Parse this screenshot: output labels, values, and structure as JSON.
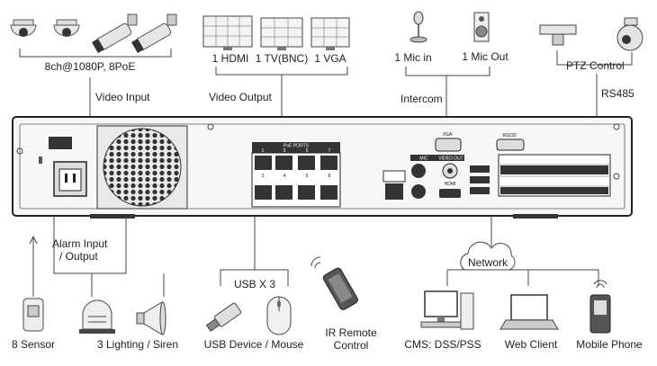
{
  "labels": {
    "cameras": "8ch@1080P, 8PoE",
    "video_input": "Video Input",
    "out_hdmi": "1 HDMI",
    "out_tv": "1 TV(BNC)",
    "out_vga": "1 VGA",
    "video_output": "Video Output",
    "mic_in": "1 Mic in",
    "mic_out": "1 Mic Out",
    "intercom": "Intercom",
    "ptz_control": "PTZ Control",
    "rs485": "RS485",
    "alarm_io_line1": "Alarm Input",
    "alarm_io_line2": "/ Output",
    "usb_x3": "USB X 3",
    "network": "Network",
    "sensor": "8 Sensor",
    "lighting_siren": "3 Lighting / Siren",
    "usb_device_mouse": "USB Device / Mouse",
    "ir_remote_line1": "IR Remote",
    "ir_remote_line2": "Control",
    "cms": "CMS: DSS/PSS",
    "web_client": "Web Client",
    "mobile_phone": "Mobile Phone"
  },
  "panel": {
    "poe_ports": "PoE PORTS",
    "poe_top_numbers": [
      "1",
      "3",
      "5",
      "7"
    ],
    "poe_bottom_numbers": [
      "2",
      "4",
      "6",
      "8"
    ],
    "vga": "VGA",
    "mic": "MIC",
    "video_out": "VIDEO OUT",
    "hdmi": "HDMI",
    "rs232": "RS232"
  }
}
